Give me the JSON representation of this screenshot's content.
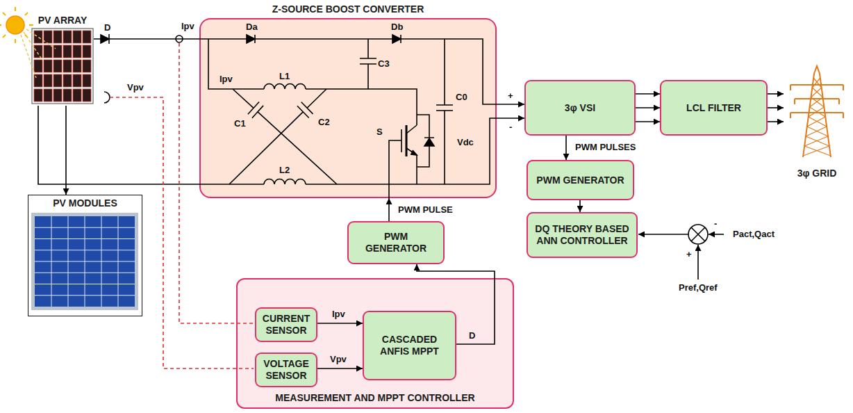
{
  "diagram": {
    "nodes": [
      {
        "text": [
          "PV ARRAY"
        ]
      },
      {
        "text": [
          "Z-SOURCE BOOST CONVERTER"
        ]
      },
      {
        "text": [
          "3φ VSI"
        ]
      },
      {
        "text": [
          "LCL FILTER"
        ]
      },
      {
        "text": [
          "3φ GRID"
        ]
      },
      {
        "text": [
          "PV MODULES"
        ]
      },
      {
        "text": [
          "PWM GENERATOR"
        ]
      },
      {
        "text": [
          "DQ THEORY BASED ANN CONTROLLER"
        ]
      },
      {
        "text": [
          "PWM GENERATOR"
        ]
      },
      {
        "text": [
          "MEASUREMENT AND MPPT CONTROLLER"
        ]
      },
      {
        "text": [
          "CURRENT SENSOR"
        ],
        "in": 9
      },
      {
        "text": [
          "VOLTAGE SENSOR"
        ],
        "in": 9
      },
      {
        "text": [
          "CASCADED ANFIS MPPT"
        ],
        "in": 9
      }
    ],
    "edges": [
      {
        "from": 0,
        "to": 1,
        "arrow": "none"
      },
      {
        "from": 0,
        "to": 5,
        "arrow": "to"
      },
      {
        "from": 1,
        "to": 2,
        "arrow": "to"
      },
      {
        "from": 2,
        "to": 3,
        "arrow": "to"
      },
      {
        "from": 3,
        "to": 4,
        "arrow": "to"
      },
      {
        "from": 2,
        "to": 6,
        "label": "PWM PULSES",
        "arrow": "to"
      },
      {
        "from": 6,
        "to": 7,
        "arrow": "to"
      },
      {
        "from": 8,
        "to": 1,
        "label": "PWM PULSE",
        "arrow": "to"
      },
      {
        "from": 12,
        "to": 8,
        "label": "D",
        "arrow": "to"
      },
      {
        "from": 10,
        "to": 12,
        "label": "Ipv",
        "arrow": "to"
      },
      {
        "from": 11,
        "to": 12,
        "label": "Vpv",
        "arrow": "to"
      }
    ],
    "labels": [
      "D",
      "Ipv",
      "Vpv",
      "Da",
      "Db",
      "Ipv",
      "C3",
      "L1",
      "C1",
      "C2",
      "S",
      "C0",
      "Vdc",
      "+",
      "-",
      "L2",
      "Pact,Qact",
      "+",
      "-",
      "Pref,Qref"
    ]
  }
}
